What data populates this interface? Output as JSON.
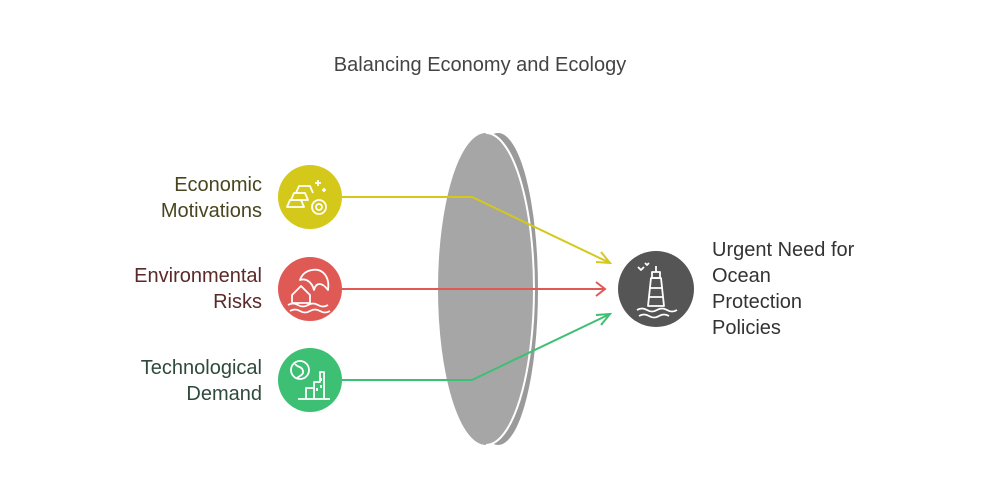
{
  "title": "Balancing Economy and Ecology",
  "inputs": [
    {
      "label_line1": "Economic",
      "label_line2": "Motivations",
      "color": "#d4c91a",
      "text_color": "#4a4520",
      "icon": "gold-coins-icon"
    },
    {
      "label_line1": "Environmental",
      "label_line2": "Risks",
      "color": "#e05a55",
      "text_color": "#5a2a28",
      "icon": "flood-house-icon"
    },
    {
      "label_line1": "Technological",
      "label_line2": "Demand",
      "color": "#3dbf74",
      "text_color": "#2e4a3a",
      "icon": "globe-city-icon"
    }
  ],
  "output": {
    "lines": [
      "Urgent Need for",
      "Ocean",
      "Protection",
      "Policies"
    ],
    "color": "#555555",
    "icon": "lighthouse-icon"
  },
  "lens_color": "#a6a6a6"
}
